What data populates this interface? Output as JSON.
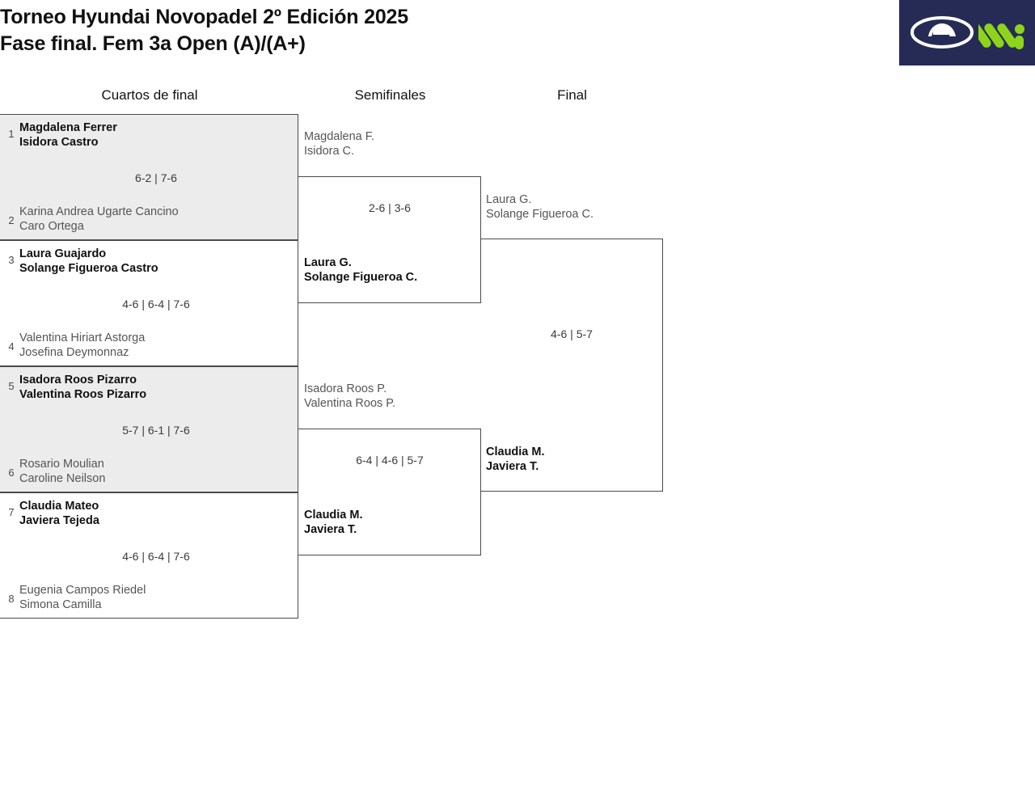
{
  "header": {
    "title_line_1": "Torneo Hyundai Novopadel 2º Edición 2025",
    "title_line_2": "Fase final. Fem 3a Open (A)/(A+)",
    "brand": {
      "banner_color": "#262B56",
      "hyundai_mark_color": "#ffffff",
      "novopadel_mark_color": "#8DD41B",
      "hyundai_name": "hyundai-logo",
      "novopadel_name": "novopadel-logo"
    }
  },
  "rounds": [
    {
      "label": "Cuartos de final"
    },
    {
      "label": "Semifinales"
    },
    {
      "label": "Final"
    }
  ],
  "colors": {
    "shaded_row": "#ECECEC",
    "border": "#4a4a4a",
    "winner_text": "#111111",
    "loser_text": "#555555",
    "score_text": "#3a3a3a"
  },
  "quarterfinals": [
    {
      "shaded": true,
      "score": "6-2 | 7-6",
      "top": {
        "seed": "1",
        "player_1": "Magdalena Ferrer",
        "player_2": "Isidora Castro",
        "result": "winner"
      },
      "bottom": {
        "seed": "2",
        "player_1": "Karina Andrea Ugarte Cancino",
        "player_2": "Caro Ortega",
        "result": "loser"
      }
    },
    {
      "shaded": false,
      "score": "4-6 | 6-4 | 7-6",
      "top": {
        "seed": "3",
        "player_1": "Laura Guajardo",
        "player_2": "Solange Figueroa Castro",
        "result": "winner"
      },
      "bottom": {
        "seed": "4",
        "player_1": "Valentina Hiriart Astorga",
        "player_2": "Josefina Deymonnaz",
        "result": "loser"
      }
    },
    {
      "shaded": true,
      "score": "5-7 | 6-1 | 7-6",
      "top": {
        "seed": "5",
        "player_1": "Isadora Roos Pizarro",
        "player_2": "Valentina Roos Pizarro",
        "result": "winner"
      },
      "bottom": {
        "seed": "6",
        "player_1": "Rosario Moulian",
        "player_2": "Caroline Neilson",
        "result": "loser"
      }
    },
    {
      "shaded": false,
      "score": "4-6 | 6-4 | 7-6",
      "top": {
        "seed": "7",
        "player_1": "Claudia Mateo",
        "player_2": "Javiera Tejeda",
        "result": "winner"
      },
      "bottom": {
        "seed": "8",
        "player_1": "Eugenia Campos Riedel",
        "player_2": "Simona Camilla",
        "result": "loser"
      }
    }
  ],
  "semifinals": [
    {
      "score": "2-6 | 3-6",
      "top": {
        "player_1": "Magdalena F.",
        "player_2": "Isidora C.",
        "result": "loser"
      },
      "bottom": {
        "player_1": "Laura G.",
        "player_2": "Solange Figueroa C.",
        "result": "winner"
      }
    },
    {
      "score": "6-4 | 4-6 | 5-7",
      "top": {
        "player_1": "Isadora Roos P.",
        "player_2": "Valentina Roos P.",
        "result": "loser"
      },
      "bottom": {
        "player_1": "Claudia M.",
        "player_2": "Javiera T.",
        "result": "winner"
      }
    }
  ],
  "final": {
    "score": "4-6 | 5-7",
    "top": {
      "player_1": "Laura G.",
      "player_2": "Solange Figueroa C.",
      "result": "loser"
    },
    "bottom": {
      "player_1": "Claudia M.",
      "player_2": "Javiera T.",
      "result": "winner"
    }
  }
}
